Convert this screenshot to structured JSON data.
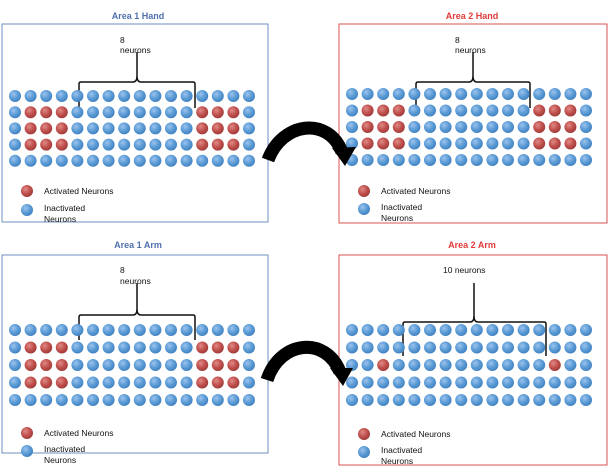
{
  "colors": {
    "blue_title": "#4f6fad",
    "red_title": "#e03a3a",
    "blue_border": "#6f8fbf",
    "red_border": "#d9534f",
    "activated": "#c0504d",
    "inactivated": "#5b9bd5",
    "arrow": "#000000"
  },
  "panels": [
    {
      "title": "Area 1 Hand",
      "brace_label_line1": "8",
      "brace_label_line2": "neurons",
      "legend_activated": "Activated Neurons",
      "legend_inactivated_line1": "Inactivated",
      "legend_inactivated_line2": "Neurons",
      "grid": {
        "rows": 5,
        "cols": 16,
        "activated": [
          [
            1,
            1
          ],
          [
            1,
            2
          ],
          [
            1,
            3
          ],
          [
            1,
            12
          ],
          [
            1,
            13
          ],
          [
            1,
            14
          ],
          [
            2,
            1
          ],
          [
            2,
            2
          ],
          [
            2,
            3
          ],
          [
            2,
            12
          ],
          [
            2,
            13
          ],
          [
            2,
            14
          ],
          [
            3,
            1
          ],
          [
            3,
            2
          ],
          [
            3,
            3
          ],
          [
            3,
            12
          ],
          [
            3,
            13
          ],
          [
            3,
            14
          ]
        ]
      }
    },
    {
      "title": "Area 2 Hand",
      "brace_label_line1": "8",
      "brace_label_line2": "neurons",
      "legend_activated": "Activated Neurons",
      "legend_inactivated_line1": "Inactivated",
      "legend_inactivated_line2": "Neurons",
      "grid": {
        "rows": 5,
        "cols": 16,
        "activated": [
          [
            1,
            1
          ],
          [
            1,
            2
          ],
          [
            1,
            3
          ],
          [
            1,
            12
          ],
          [
            1,
            13
          ],
          [
            1,
            14
          ],
          [
            2,
            1
          ],
          [
            2,
            2
          ],
          [
            2,
            3
          ],
          [
            2,
            12
          ],
          [
            2,
            13
          ],
          [
            2,
            14
          ],
          [
            3,
            1
          ],
          [
            3,
            2
          ],
          [
            3,
            3
          ],
          [
            3,
            12
          ],
          [
            3,
            13
          ],
          [
            3,
            14
          ]
        ]
      }
    },
    {
      "title": "Area 1 Arm",
      "brace_label_line1": "8",
      "brace_label_line2": "neurons",
      "legend_activated": "Activated Neurons",
      "legend_inactivated_line1": "Inactivated",
      "legend_inactivated_line2": "Neurons",
      "grid": {
        "rows": 5,
        "cols": 16,
        "activated": [
          [
            1,
            1
          ],
          [
            1,
            2
          ],
          [
            1,
            3
          ],
          [
            1,
            12
          ],
          [
            1,
            13
          ],
          [
            1,
            14
          ],
          [
            2,
            1
          ],
          [
            2,
            2
          ],
          [
            2,
            3
          ],
          [
            2,
            12
          ],
          [
            2,
            13
          ],
          [
            2,
            14
          ],
          [
            3,
            1
          ],
          [
            3,
            2
          ],
          [
            3,
            3
          ],
          [
            3,
            12
          ],
          [
            3,
            13
          ],
          [
            3,
            14
          ]
        ]
      }
    },
    {
      "title": "Area 2 Arm",
      "brace_label_line1": "10 neurons",
      "brace_label_line2": "",
      "legend_activated": "Activated Neurons",
      "legend_inactivated_line1": "Inactivated",
      "legend_inactivated_line2": "Neurons",
      "grid": {
        "rows": 5,
        "cols": 16,
        "activated": [
          [
            2,
            2
          ],
          [
            2,
            13
          ]
        ]
      }
    }
  ]
}
